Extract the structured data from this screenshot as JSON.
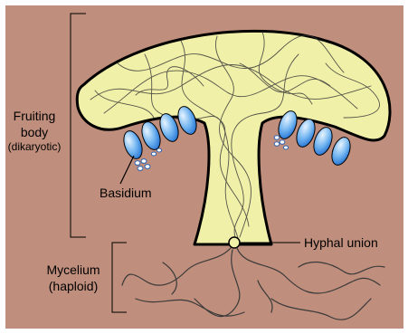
{
  "colors": {
    "background": "#c08e7c",
    "cap_fill": "#f1f0a8",
    "outline": "#000000",
    "hypha_stroke": "#3a3a3a",
    "basidium_light": "#dff0ff",
    "basidium_dark": "#2a7ad8"
  },
  "labels": {
    "fruiting_body": {
      "line1": "Fruiting",
      "line2": "body",
      "line3": "(dikaryotic)"
    },
    "basidium": "Basidium",
    "hyphal_union": "Hyphal union",
    "mycelium": {
      "line1": "Mycelium",
      "line2": "(haploid)"
    }
  }
}
